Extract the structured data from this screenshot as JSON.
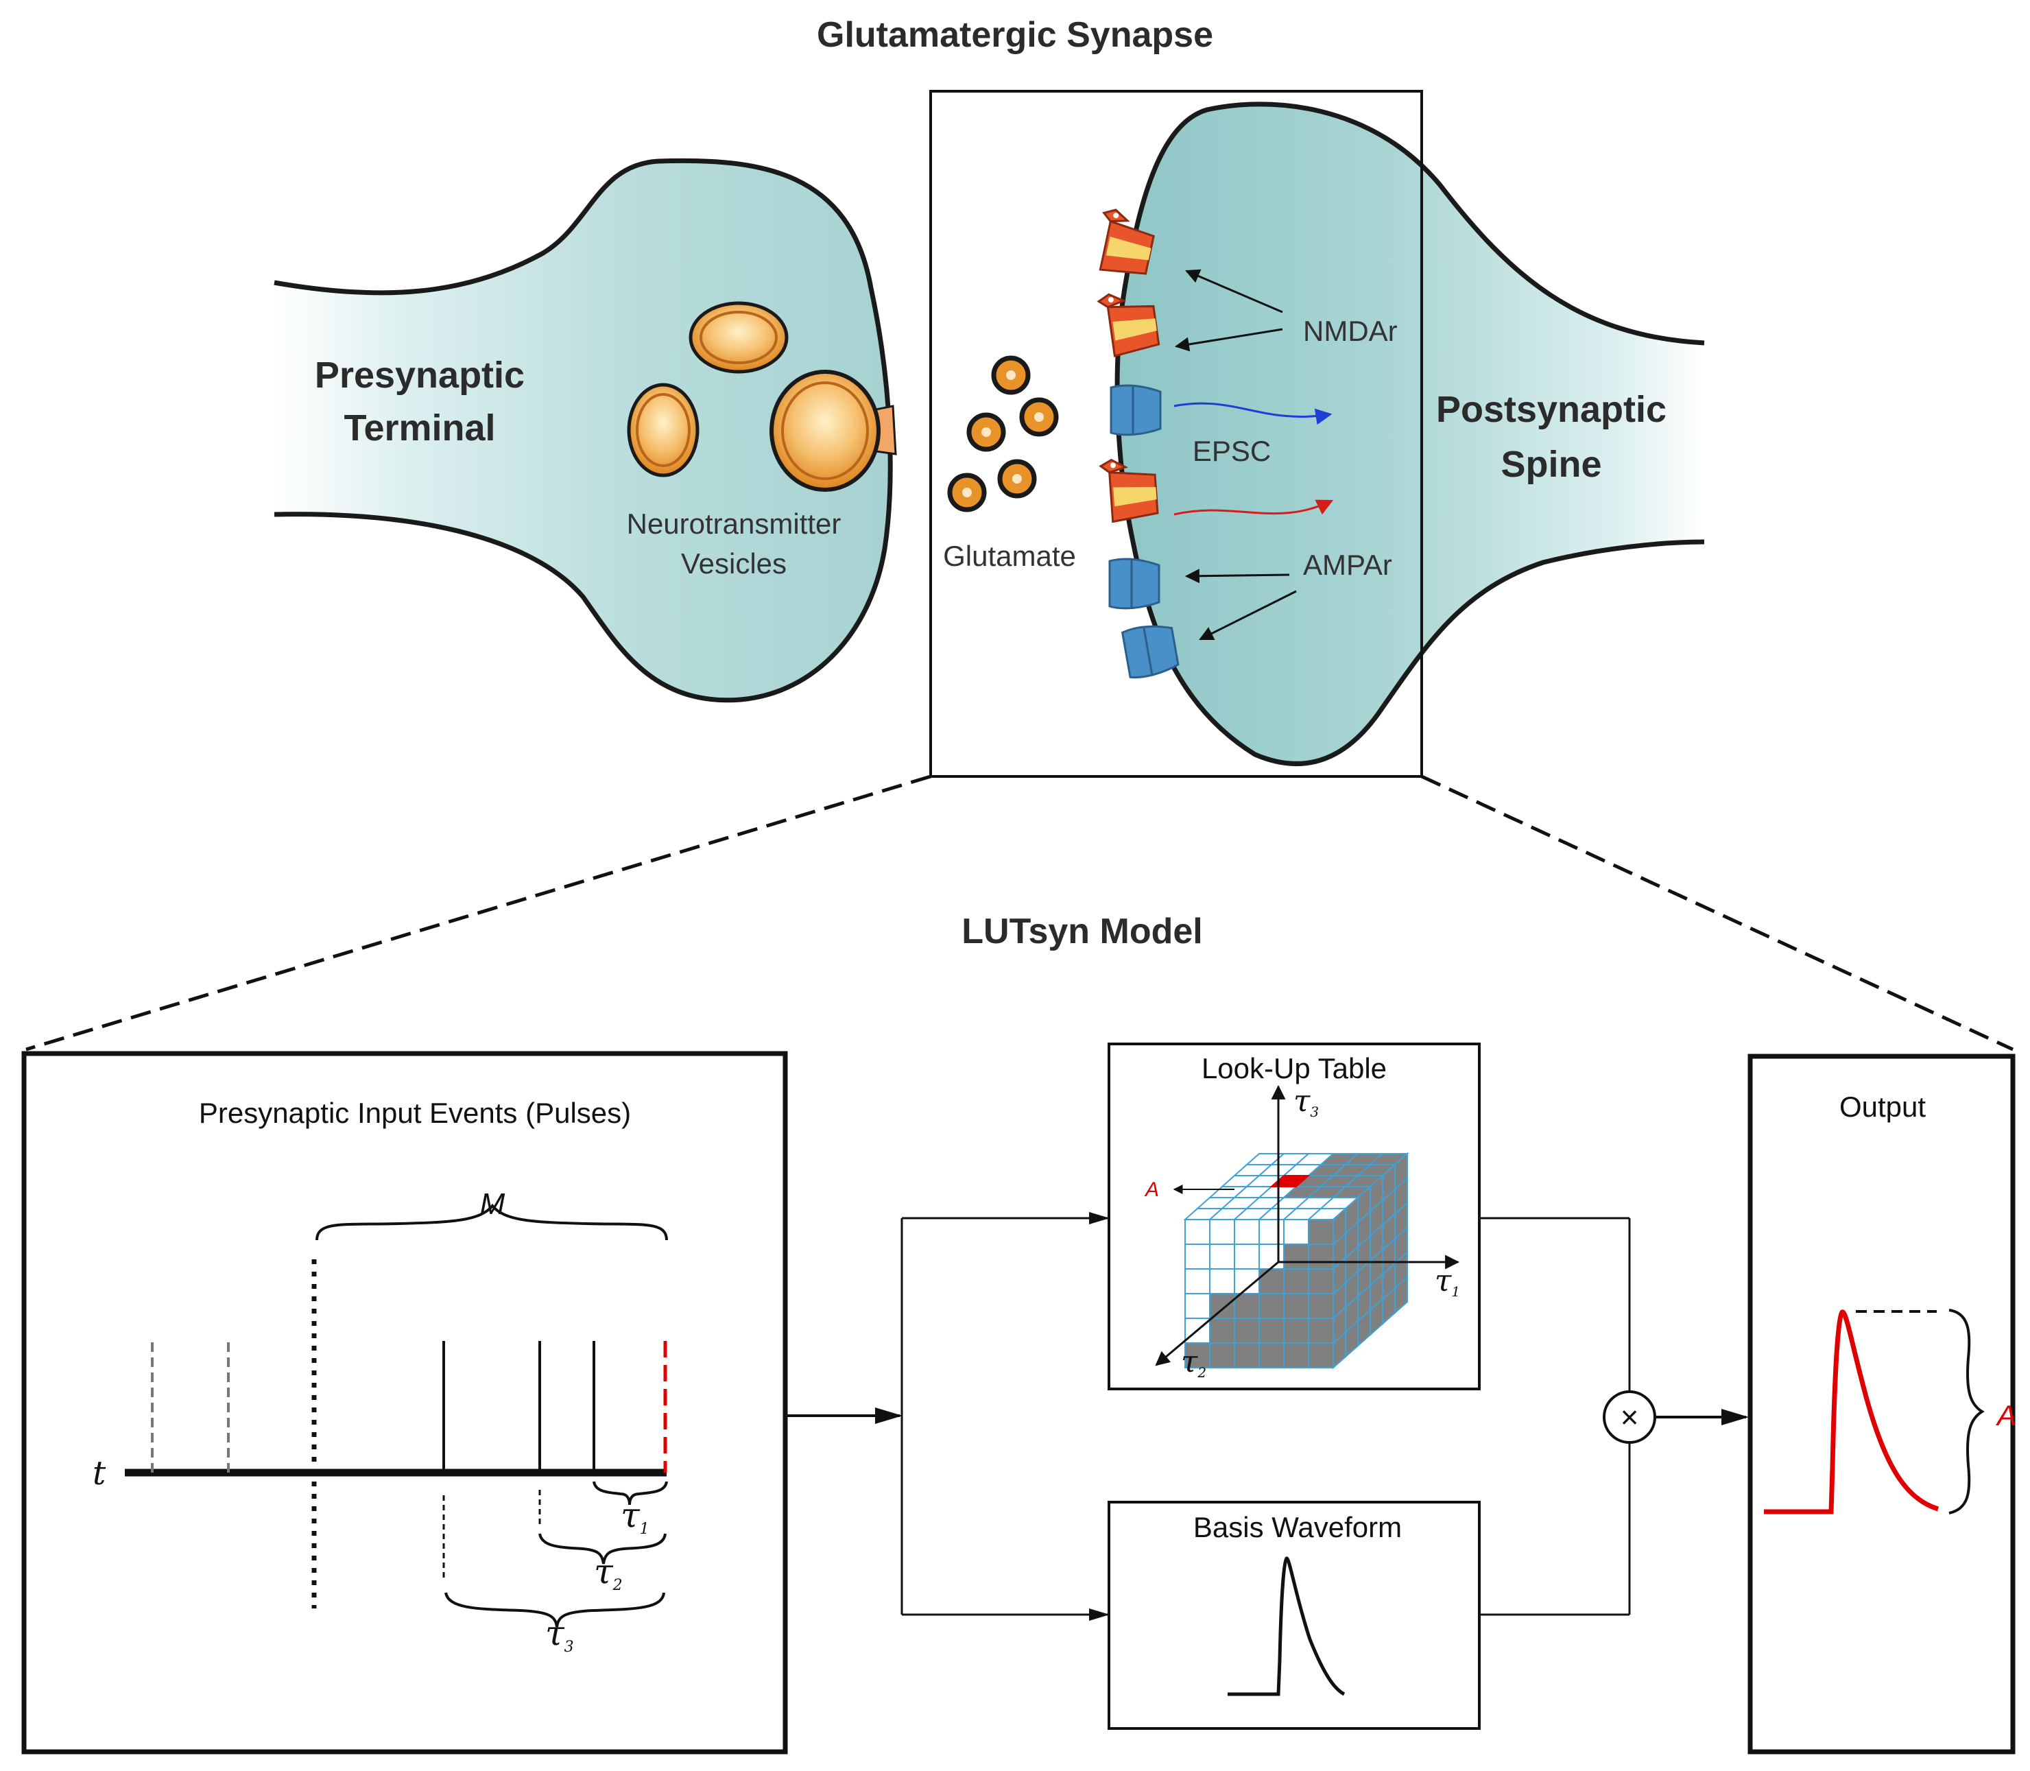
{
  "synapse": {
    "title": "Glutamatergic Synapse",
    "presynaptic": [
      "Presynaptic",
      "Terminal"
    ],
    "postsynaptic": [
      "Postsynaptic",
      "Spine"
    ],
    "vesicles": [
      "Neurotransmitter",
      "Vesicles"
    ],
    "glutamate": "Glutamate",
    "nmdar": "NMDAr",
    "ampar": "AMPAr",
    "epsc": "EPSC"
  },
  "model": {
    "title": "LUTsyn Model",
    "input_box": {
      "title": "Presynaptic Input Events (Pulses)",
      "time": "t",
      "window": "M",
      "tau1": "τ",
      "tau1_sub": "1",
      "tau2": "τ",
      "tau2_sub": "2",
      "tau3": "τ",
      "tau3_sub": "3"
    },
    "lut": {
      "title": "Look-Up Table",
      "amp": "A",
      "ax_tau3": "τ",
      "ax_tau3_sub": "3",
      "ax_tau1": "τ",
      "ax_tau1_sub": "1",
      "ax_tau2": "τ",
      "ax_tau2_sub": "2"
    },
    "basis": {
      "title": "Basis Waveform"
    },
    "multiply": "×",
    "output": {
      "title": "Output",
      "amp": "A"
    }
  },
  "colors": {
    "cell_fill": "#a9d3d3",
    "cell_fill_light": "#e6f3f3",
    "nmdar": "#e8552a",
    "nmdar_band": "#f6d66b",
    "ampar": "#4a90c8",
    "vesicle": "#e8922a",
    "vesicle_core": "#f7c476",
    "grid_line": "#3fa2d6",
    "grid_gray": "#808080",
    "highlight": "#e00000",
    "epsc_blue": "#1d3fd6",
    "epsc_red": "#d81c1c"
  }
}
